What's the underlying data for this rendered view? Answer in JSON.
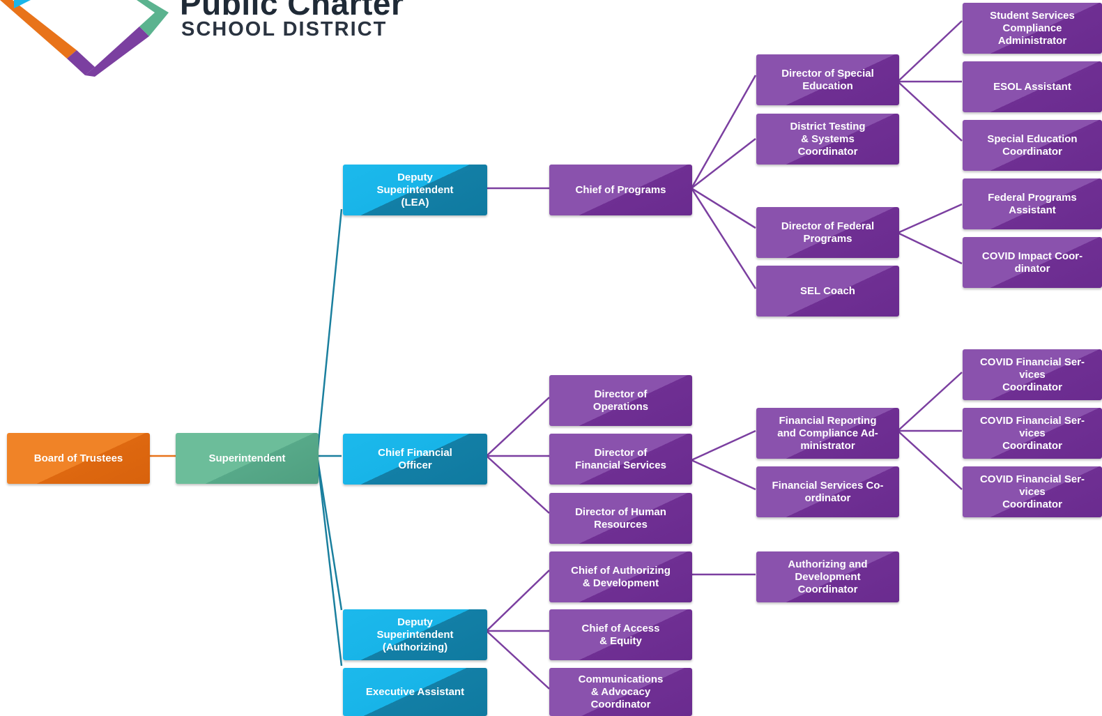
{
  "header": {
    "title": "Public Charter",
    "subtitle": "SCHOOL DISTRICT"
  },
  "colors": {
    "purple": "#7b3fa0",
    "blue": "#1ab6ea",
    "green": "#63b592",
    "orange": "#e8731a",
    "teal_line": "#1a7f9e",
    "purple_line": "#7b3fa0",
    "orange_line": "#e8731a"
  },
  "nodes": {
    "board": "Board of Trustees",
    "superintendent": "Superintendent",
    "deputy_lea": "Deputy\nSuperintendent\n(LEA)",
    "cfo": "Chief Financial\nOfficer",
    "deputy_auth": "Deputy\nSuperintendent\n(Authorizing)",
    "exec_assistant": "Executive Assistant",
    "chief_programs": "Chief of Programs",
    "dir_operations": "Director of\nOperations",
    "dir_fin_services": "Director of\nFinancial Services",
    "dir_hr": "Director of Human\nResources",
    "chief_auth_dev": "Chief of Authorizing\n& Development",
    "chief_access": "Chief of Access\n& Equity",
    "comm_advocacy": "Communications\n& Advocacy\nCoordinator",
    "dir_special_ed": "Director of Special\nEducation",
    "testing_coord": "District Testing\n& Systems\nCoordinator",
    "dir_federal": "Director of Federal\nPrograms",
    "sel_coach": "SEL Coach",
    "fin_reporting": "Financial Reporting\nand Compliance Ad-\nministrator",
    "fin_services_coord": "Financial Services Co-\nordinator",
    "auth_dev_coord": "Authorizing and\nDevelopment\nCoordinator",
    "student_services": "Student Services\nCompliance\nAdministrator",
    "esol_assistant": "ESOL Assistant",
    "sped_coord": "Special Education\nCoordinator",
    "fed_programs_assistant": "Federal Programs\nAssistant",
    "covid_impact": "COVID Impact Coor-\ndinator",
    "covid_fin_1": "COVID Financial Ser-\nvices\nCoordinator",
    "covid_fin_2": "COVID Financial Ser-\nvices\nCoordinator",
    "covid_fin_3": "COVID Financial Ser-\nvices\nCoordinator"
  }
}
